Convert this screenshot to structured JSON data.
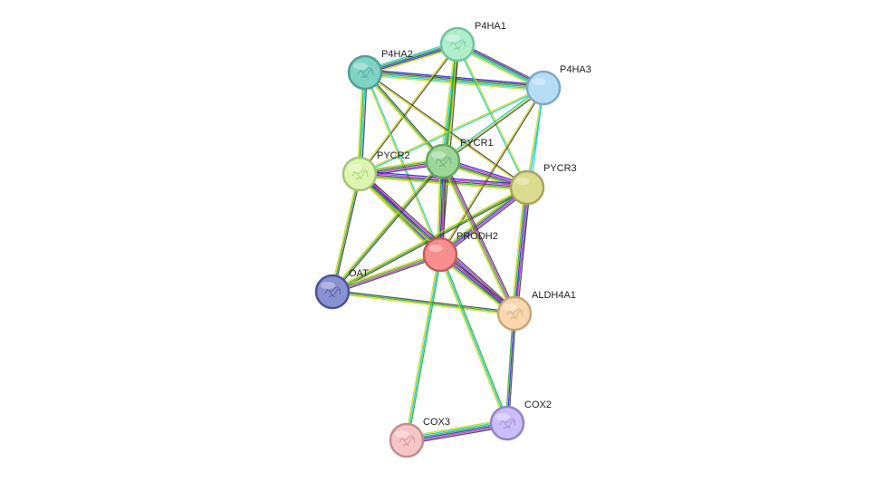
{
  "network": {
    "nodes": [
      {
        "id": "P4HA1",
        "label": "P4HA1",
        "fill": "#aeeecb",
        "stroke": "#6fc49a",
        "glyph": true
      },
      {
        "id": "P4HA2",
        "label": "P4HA2",
        "fill": "#7fd2c4",
        "stroke": "#4f9f92",
        "glyph": true
      },
      {
        "id": "P4HA3",
        "label": "P4HA3",
        "fill": "#b6dcf6",
        "stroke": "#7fa9c8",
        "glyph": false
      },
      {
        "id": "PYCR1",
        "label": "PYCR1",
        "fill": "#9fd69a",
        "stroke": "#63a860",
        "glyph": true
      },
      {
        "id": "PYCR2",
        "label": "PYCR2",
        "fill": "#dcf5b0",
        "stroke": "#a4c47a",
        "glyph": true
      },
      {
        "id": "PYCR3",
        "label": "PYCR3",
        "fill": "#dcdc8f",
        "stroke": "#a5a55e",
        "glyph": false
      },
      {
        "id": "PRODH2",
        "label": "PRODH2",
        "fill": "#f78d8d",
        "stroke": "#c25c5c",
        "glyph": false
      },
      {
        "id": "OAT",
        "label": "OAT",
        "fill": "#8991d2",
        "stroke": "#4c5396",
        "glyph": true
      },
      {
        "id": "ALDH4A1",
        "label": "ALDH4A1",
        "fill": "#f8d7ae",
        "stroke": "#c9a57a",
        "glyph": true
      },
      {
        "id": "COX2",
        "label": "COX2",
        "fill": "#cbbdf7",
        "stroke": "#9384c6",
        "glyph": true
      },
      {
        "id": "COX3",
        "label": "COX3",
        "fill": "#f6c5c6",
        "stroke": "#c48d8f",
        "glyph": true
      }
    ],
    "edges": [
      {
        "source": "P4HA1",
        "target": "P4HA2",
        "colors": [
          "#d4d400",
          "#3b3b3b",
          "#2222cc",
          "#22aa22",
          "#00cccc"
        ]
      },
      {
        "source": "P4HA1",
        "target": "P4HA3",
        "colors": [
          "#3b3b3b",
          "#2222cc",
          "#22aa22",
          "#00cccc",
          "#d4d400"
        ]
      },
      {
        "source": "P4HA2",
        "target": "P4HA3",
        "colors": [
          "#2222cc",
          "#3b3b3b",
          "#22aa22",
          "#00cccc",
          "#d4d400"
        ]
      },
      {
        "source": "P4HA1",
        "target": "PYCR1",
        "colors": [
          "#3b3b3b",
          "#22aa22",
          "#00cccc",
          "#d4d400"
        ]
      },
      {
        "source": "P4HA1",
        "target": "PYCR2",
        "colors": [
          "#3b3b3b",
          "#d4d400"
        ]
      },
      {
        "source": "P4HA1",
        "target": "PYCR3",
        "colors": [
          "#d4d400",
          "#00cccc"
        ]
      },
      {
        "source": "P4HA1",
        "target": "PRODH2",
        "colors": [
          "#3b3b3b",
          "#d4d400",
          "#22aa22"
        ]
      },
      {
        "source": "P4HA2",
        "target": "PYCR1",
        "colors": [
          "#3b3b3b",
          "#22aa22",
          "#d4d400"
        ]
      },
      {
        "source": "P4HA2",
        "target": "PYCR2",
        "colors": [
          "#3b3b3b",
          "#00cccc",
          "#22aa22",
          "#d4d400"
        ]
      },
      {
        "source": "P4HA2",
        "target": "PYCR3",
        "colors": [
          "#3b3b3b",
          "#d4d400"
        ]
      },
      {
        "source": "P4HA2",
        "target": "PRODH2",
        "colors": [
          "#00cccc",
          "#d4d400"
        ]
      },
      {
        "source": "P4HA3",
        "target": "PYCR1",
        "colors": [
          "#3b3b3b",
          "#d4d400",
          "#00cccc"
        ]
      },
      {
        "source": "P4HA3",
        "target": "PYCR2",
        "colors": [
          "#00cccc",
          "#d4d400"
        ]
      },
      {
        "source": "P4HA3",
        "target": "PYCR3",
        "colors": [
          "#00cccc",
          "#d4d400"
        ]
      },
      {
        "source": "P4HA3",
        "target": "PRODH2",
        "colors": [
          "#3b3b3b",
          "#d4d400"
        ]
      },
      {
        "source": "P4HA3",
        "target": "ALDH4A1",
        "colors": [
          "#00cccc"
        ]
      },
      {
        "source": "PYCR1",
        "target": "PYCR2",
        "colors": [
          "#2222cc",
          "#cc22cc",
          "#3b3b3b",
          "#22aa22",
          "#d4d400"
        ]
      },
      {
        "source": "PYCR1",
        "target": "PYCR3",
        "colors": [
          "#2222cc",
          "#cc22cc",
          "#3b3b3b",
          "#22aa22",
          "#d4d400"
        ]
      },
      {
        "source": "PYCR2",
        "target": "PYCR3",
        "colors": [
          "#2222cc",
          "#cc22cc",
          "#3b3b3b",
          "#22aa22",
          "#d4d400"
        ]
      },
      {
        "source": "PYCR1",
        "target": "PRODH2",
        "colors": [
          "#3b3b3b",
          "#cc22cc",
          "#2222cc",
          "#22aa22",
          "#d4d400"
        ]
      },
      {
        "source": "PYCR2",
        "target": "PRODH2",
        "colors": [
          "#3b3b3b",
          "#cc22cc",
          "#2222cc",
          "#22aa22",
          "#d4d400"
        ]
      },
      {
        "source": "PYCR3",
        "target": "PRODH2",
        "colors": [
          "#3b3b3b",
          "#cc22cc",
          "#2222cc",
          "#22aa22",
          "#d4d400"
        ]
      },
      {
        "source": "PYCR1",
        "target": "OAT",
        "colors": [
          "#3b3b3b",
          "#22aa22",
          "#d4d400"
        ]
      },
      {
        "source": "PYCR2",
        "target": "OAT",
        "colors": [
          "#3b3b3b",
          "#22aa22",
          "#d4d400"
        ]
      },
      {
        "source": "PYCR3",
        "target": "OAT",
        "colors": [
          "#3b3b3b",
          "#22aa22",
          "#d4d400"
        ]
      },
      {
        "source": "PYCR1",
        "target": "ALDH4A1",
        "colors": [
          "#3b3b3b",
          "#cc22cc",
          "#22aa22",
          "#d4d400"
        ]
      },
      {
        "source": "PYCR2",
        "target": "ALDH4A1",
        "colors": [
          "#3b3b3b",
          "#cc22cc",
          "#2222cc",
          "#22aa22",
          "#d4d400"
        ]
      },
      {
        "source": "PYCR3",
        "target": "ALDH4A1",
        "colors": [
          "#3b3b3b",
          "#cc22cc",
          "#2222cc",
          "#22aa22",
          "#d4d400"
        ]
      },
      {
        "source": "PRODH2",
        "target": "OAT",
        "colors": [
          "#3b3b3b",
          "#cc22cc",
          "#22aa22",
          "#d4d400"
        ]
      },
      {
        "source": "PRODH2",
        "target": "ALDH4A1",
        "colors": [
          "#3b3b3b",
          "#cc22cc",
          "#2222cc",
          "#22aa22",
          "#d4d400"
        ]
      },
      {
        "source": "OAT",
        "target": "ALDH4A1",
        "colors": [
          "#3b3b3b",
          "#22aa22",
          "#d4d400"
        ]
      },
      {
        "source": "PRODH2",
        "target": "COX3",
        "colors": [
          "#22aa22",
          "#00cccc",
          "#d4d400"
        ]
      },
      {
        "source": "PRODH2",
        "target": "COX2",
        "colors": [
          "#22aa22",
          "#00cccc",
          "#d4d400"
        ]
      },
      {
        "source": "ALDH4A1",
        "target": "COX2",
        "colors": [
          "#3b3b3b",
          "#2222cc",
          "#22aa22"
        ]
      },
      {
        "source": "COX2",
        "target": "COX3",
        "colors": [
          "#3b3b3b",
          "#cc22cc",
          "#2222cc",
          "#22aa22",
          "#00cccc",
          "#d4d400"
        ]
      }
    ]
  }
}
